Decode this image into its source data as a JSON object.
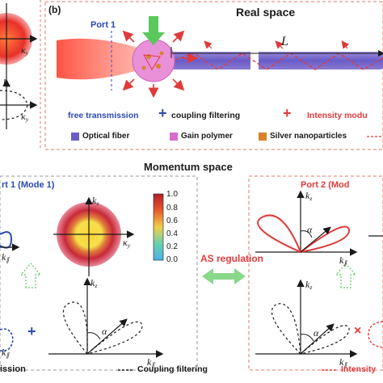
{
  "panel_b": {
    "label": "(b)",
    "title": "Real space",
    "port1_label": "Port 1",
    "length_label": "L",
    "free_transmission_label": "free transmission",
    "coupling_filtering_label": "coupling filtering",
    "intensity_label": "Intensity modu",
    "legend": [
      {
        "label": "Optical fiber",
        "color": "#6a5cc8"
      },
      {
        "label": "Gain polymer",
        "color": "#d86ad0"
      },
      {
        "label": "Silver nanoparticles",
        "color": "#d9822b"
      }
    ]
  },
  "left_fragment": {
    "kx": "k",
    "kx_sub": "x",
    "ky": "κ",
    "ky_sub": "y"
  },
  "momentum": {
    "title": "Momentum space",
    "port1_mode_label": "rt 1 (Mode 1)",
    "port2_mode_label": "Port 2 (Mod",
    "as_regulation_label": "AS regulation",
    "colorbar_ticks": [
      "1.0",
      "0.8",
      "0.6",
      "0.4",
      "0.2",
      "0.0"
    ],
    "alpha": "α",
    "kx_sym": "k",
    "kx_sub": "x",
    "ky_sym": "κ",
    "ky_sub": "y",
    "kz_sym": "k",
    "kz_sub": "z",
    "kpar_sym": "k",
    "kpar_sub": "∥",
    "transmission_label": "ission",
    "coupling_legend": "Coupling filtering",
    "intensity_legend": "Intensity"
  }
}
